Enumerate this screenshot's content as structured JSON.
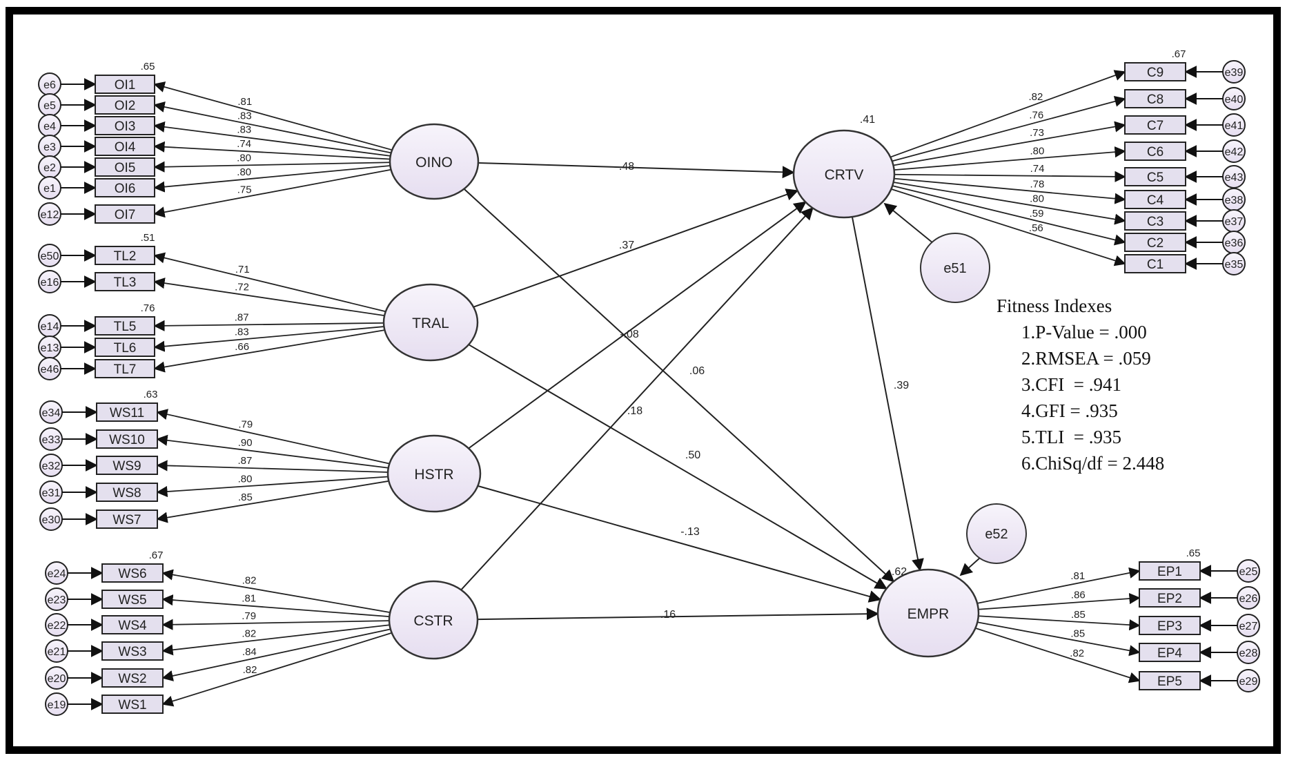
{
  "latent": [
    {
      "id": "OINO",
      "label": "OINO"
    },
    {
      "id": "TRAL",
      "label": "TRAL"
    },
    {
      "id": "HSTR",
      "label": "HSTR"
    },
    {
      "id": "CSTR",
      "label": "CSTR"
    },
    {
      "id": "CRTV",
      "label": "CRTV",
      "r2": ".41"
    },
    {
      "id": "EMPR",
      "label": "EMPR",
      "r2": ".62"
    }
  ],
  "disturbances": [
    {
      "id": "e51",
      "label": "e51"
    },
    {
      "id": "e52",
      "label": "e52"
    }
  ],
  "indicators": [
    {
      "label": "OI1",
      "error": "e6",
      "latent": "OINO",
      "loading": ".81",
      "r2": ".65"
    },
    {
      "label": "OI2",
      "error": "e5",
      "latent": "OINO",
      "loading": ".83",
      "r2": ""
    },
    {
      "label": "OI3",
      "error": "e4",
      "latent": "OINO",
      "loading": ".83",
      "r2": ""
    },
    {
      "label": "OI4",
      "error": "e3",
      "latent": "OINO",
      "loading": ".74",
      "r2": ""
    },
    {
      "label": "OI5",
      "error": "e2",
      "latent": "OINO",
      "loading": ".80",
      "r2": ""
    },
    {
      "label": "OI6",
      "error": "e1",
      "latent": "OINO",
      "loading": ".80",
      "r2": ""
    },
    {
      "label": "OI7",
      "error": "e12",
      "latent": "OINO",
      "loading": ".75",
      "r2": ""
    },
    {
      "label": "TL2",
      "error": "e50",
      "latent": "TRAL",
      "loading": ".71",
      "r2": ".51"
    },
    {
      "label": "TL3",
      "error": "e16",
      "latent": "TRAL",
      "loading": ".72",
      "r2": ""
    },
    {
      "label": "TL5",
      "error": "e14",
      "latent": "TRAL",
      "loading": ".87",
      "r2": ".76"
    },
    {
      "label": "TL6",
      "error": "e13",
      "latent": "TRAL",
      "loading": ".83",
      "r2": ""
    },
    {
      "label": "TL7",
      "error": "e46",
      "latent": "TRAL",
      "loading": ".66",
      "r2": ""
    },
    {
      "label": "WS11",
      "error": "e34",
      "latent": "HSTR",
      "loading": ".79",
      "r2": ".63"
    },
    {
      "label": "WS10",
      "error": "e33",
      "latent": "HSTR",
      "loading": ".90",
      "r2": ""
    },
    {
      "label": "WS9",
      "error": "e32",
      "latent": "HSTR",
      "loading": ".87",
      "r2": ""
    },
    {
      "label": "WS8",
      "error": "e31",
      "latent": "HSTR",
      "loading": ".80",
      "r2": ""
    },
    {
      "label": "WS7",
      "error": "e30",
      "latent": "HSTR",
      "loading": ".85",
      "r2": ""
    },
    {
      "label": "WS6",
      "error": "e24",
      "latent": "CSTR",
      "loading": ".82",
      "r2": ".67"
    },
    {
      "label": "WS5",
      "error": "e23",
      "latent": "CSTR",
      "loading": ".81",
      "r2": ""
    },
    {
      "label": "WS4",
      "error": "e22",
      "latent": "CSTR",
      "loading": ".79",
      "r2": ""
    },
    {
      "label": "WS3",
      "error": "e21",
      "latent": "CSTR",
      "loading": ".82",
      "r2": ""
    },
    {
      "label": "WS2",
      "error": "e20",
      "latent": "CSTR",
      "loading": ".84",
      "r2": ""
    },
    {
      "label": "WS1",
      "error": "e19",
      "latent": "CSTR",
      "loading": ".82",
      "r2": ""
    },
    {
      "label": "C9",
      "error": "e39",
      "latent": "CRTV",
      "loading": ".82",
      "r2": ".67"
    },
    {
      "label": "C8",
      "error": "e40",
      "latent": "CRTV",
      "loading": ".76",
      "r2": ""
    },
    {
      "label": "C7",
      "error": "e41",
      "latent": "CRTV",
      "loading": ".73",
      "r2": ""
    },
    {
      "label": "C6",
      "error": "e42",
      "latent": "CRTV",
      "loading": ".80",
      "r2": ""
    },
    {
      "label": "C5",
      "error": "e43",
      "latent": "CRTV",
      "loading": ".74",
      "r2": ""
    },
    {
      "label": "C4",
      "error": "e38",
      "latent": "CRTV",
      "loading": ".78",
      "r2": ""
    },
    {
      "label": "C3",
      "error": "e37",
      "latent": "CRTV",
      "loading": ".80",
      "r2": ""
    },
    {
      "label": "C2",
      "error": "e36",
      "latent": "CRTV",
      "loading": ".59",
      "r2": ""
    },
    {
      "label": "C1",
      "error": "e35",
      "latent": "CRTV",
      "loading": ".56",
      "r2": ""
    },
    {
      "label": "EP1",
      "error": "e25",
      "latent": "EMPR",
      "loading": ".81",
      "r2": ".65"
    },
    {
      "label": "EP2",
      "error": "e26",
      "latent": "EMPR",
      "loading": ".86",
      "r2": ""
    },
    {
      "label": "EP3",
      "error": "e27",
      "latent": "EMPR",
      "loading": ".85",
      "r2": ""
    },
    {
      "label": "EP4",
      "error": "e28",
      "latent": "EMPR",
      "loading": ".85",
      "r2": ""
    },
    {
      "label": "EP5",
      "error": "e29",
      "latent": "EMPR",
      "loading": ".82",
      "r2": ""
    }
  ],
  "paths": [
    {
      "from": "OINO",
      "to": "CRTV",
      "coef": ".48"
    },
    {
      "from": "TRAL",
      "to": "CRTV",
      "coef": ".37"
    },
    {
      "from": "HSTR",
      "to": "CRTV",
      "coef": "-.08"
    },
    {
      "from": "CSTR",
      "to": "CRTV",
      "coef": ".06"
    },
    {
      "from": "OINO",
      "to": "EMPR",
      "coef": ".18"
    },
    {
      "from": "TRAL",
      "to": "EMPR",
      "coef": ".50"
    },
    {
      "from": "HSTR",
      "to": "EMPR",
      "coef": "-.13"
    },
    {
      "from": "CSTR",
      "to": "EMPR",
      "coef": ".16"
    },
    {
      "from": "CRTV",
      "to": "EMPR",
      "coef": ".39"
    }
  ],
  "fitness": {
    "title": "Fitness Indexes",
    "items": [
      "1.P-Value = .000",
      "2.RMSEA = .059",
      "3.CFI  = .941",
      "4.GFI = .935",
      "5.TLI  = .935",
      "6.ChiSq/df = 2.448"
    ]
  },
  "colors": {
    "node_fill": "#e6def0",
    "node_fill_top": "#f7f4fb",
    "box_fill": "#e4e0ee",
    "stroke": "#333333"
  }
}
